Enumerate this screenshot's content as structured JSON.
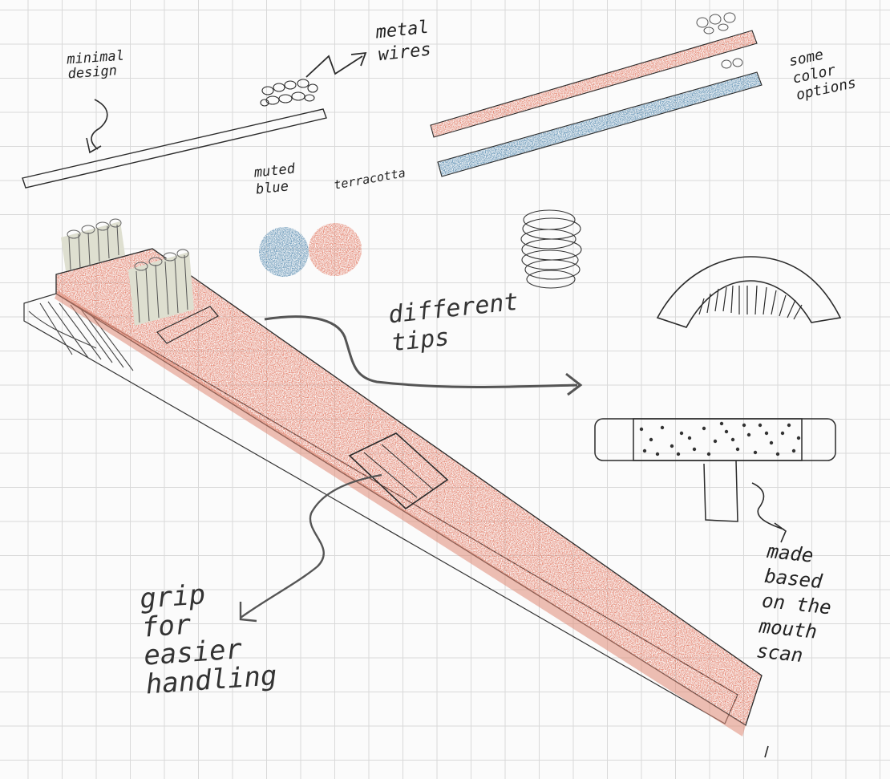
{
  "annotations": {
    "minimal_design": "minimal\ndesign",
    "metal_wires": "metal\nwires",
    "color_options": "some\ncolor\noptions",
    "muted_blue": "muted\nblue",
    "terracotta": "terracotta",
    "different_tips": "different\ntips",
    "grip": "grip\nfor\neasier\nhandling",
    "mouth_scan": "made\nbased\non the\nmouth\nscan"
  },
  "colors": {
    "terracotta": "#e2765f",
    "muted_blue": "#4f86ad",
    "pencil": "#2b2b2b",
    "grid": "#d9d9d9"
  }
}
